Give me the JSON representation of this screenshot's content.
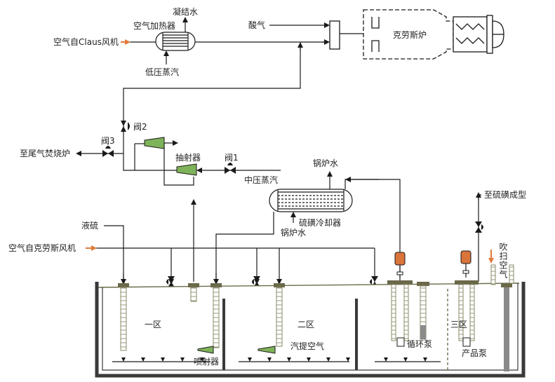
{
  "labels": {
    "condensate": "凝结水",
    "air_heater": "空气加热器",
    "air_from_claus_blower": "空气自Claus风机",
    "low_pressure_steam": "低压蒸汽",
    "acid_gas": "酸气",
    "claus_furnace": "克劳斯炉",
    "valve2": "阀2",
    "valve3": "阀3",
    "valve1": "阀1",
    "to_tail_gas_incinerator": "至尾气焚烧炉",
    "ejector": "抽射器",
    "medium_pressure_steam": "中压蒸汽",
    "boiler_water_top": "锅炉水",
    "sulfur_cooler": "硫磺冷却器",
    "boiler_water_bottom": "锅炉水",
    "to_sulfur_forming": "至硫磺成型",
    "liquid_sulfur": "液硫",
    "air_from_claus_furnace_blower": "空气自克劳斯风机",
    "purge_air": "吹扫空气",
    "zone1": "一区",
    "zone2": "二区",
    "zone3": "三区",
    "circulation_pump": "循环泵",
    "product_pump": "产品泵",
    "sprayer": "喷射器",
    "stripping_air": "汽提空气"
  },
  "colors": {
    "line": "#1a1a1a",
    "arrow_air": "#e07b39",
    "equipment_fill": "#ffffff",
    "pit_wall": "#3a3a3a",
    "pipe_dark": "#8a8a6a",
    "ejector_green": "#7fb35a",
    "gauge_orange": "#d9743a"
  }
}
